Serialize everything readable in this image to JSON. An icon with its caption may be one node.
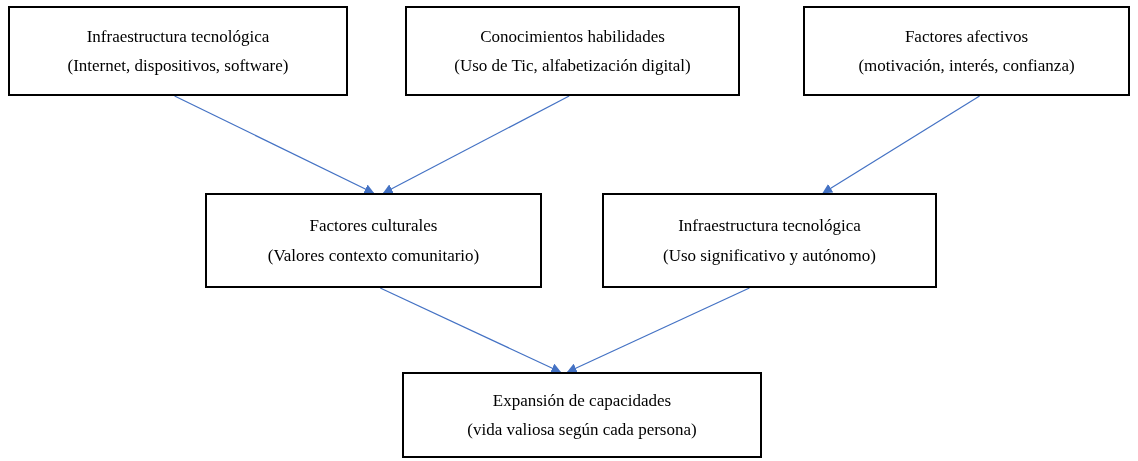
{
  "diagram": {
    "nodes": [
      {
        "text": [
          "Infraestructura tecnológica",
          "(Internet, dispositivos, software)"
        ]
      },
      {
        "text": [
          "Conocimientos habilidades",
          "(Uso de Tic, alfabetización digital)"
        ]
      },
      {
        "text": [
          "Factores afectivos",
          "(motivación, interés, confianza)"
        ]
      },
      {
        "text": [
          "Factores culturales",
          "(Valores contexto comunitario)"
        ]
      },
      {
        "text": [
          "Infraestructura tecnológica",
          "(Uso significativo y autónomo)"
        ]
      },
      {
        "text": [
          "Expansión de capacidades",
          "(vida valiosa según cada persona)"
        ]
      }
    ],
    "edges": [
      {
        "from": 0,
        "to": 3,
        "arrow": "to"
      },
      {
        "from": 1,
        "to": 3,
        "arrow": "to"
      },
      {
        "from": 2,
        "to": 4,
        "arrow": "to"
      },
      {
        "from": 3,
        "to": 5,
        "arrow": "to"
      },
      {
        "from": 4,
        "to": 5,
        "arrow": "to"
      }
    ]
  }
}
